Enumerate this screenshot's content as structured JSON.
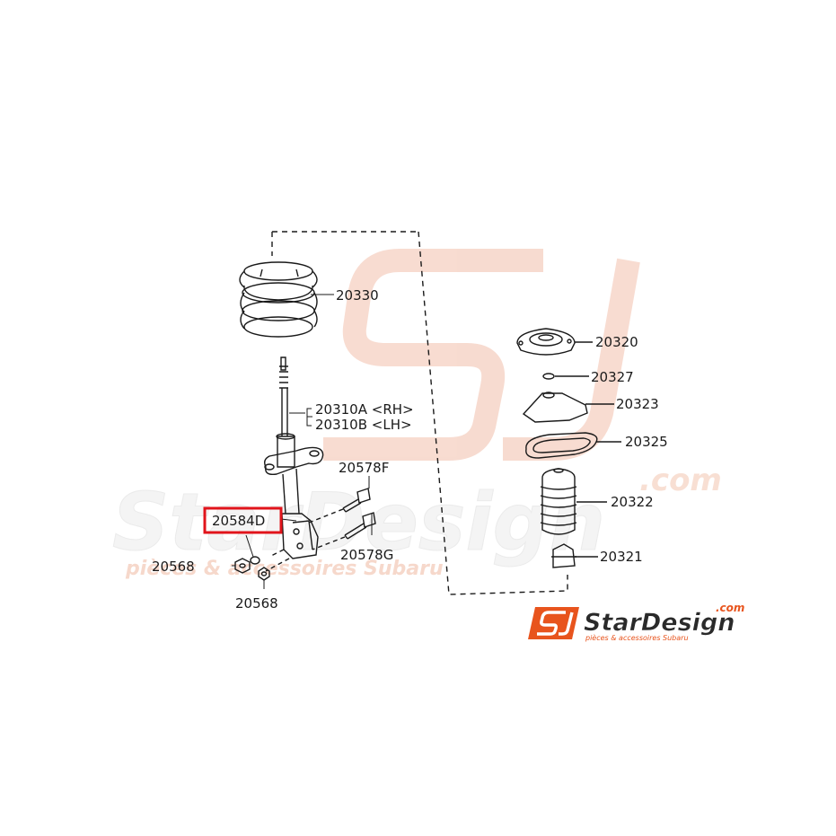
{
  "watermark": {
    "brand": "StarDesign",
    "domain": ".com",
    "tagline": "pièces & accessoires Subaru"
  },
  "logo": {
    "brand": "StarDesign",
    "domain": ".com",
    "tagline": "pièces & accessoires Subaru"
  },
  "parts": {
    "p20330": "20330",
    "p20310a": "20310A <RH>",
    "p20310b": "20310B <LH>",
    "p20578f": "20578F",
    "p20584d": "20584D",
    "p20578g": "20578G",
    "p20568_left": "20568",
    "p20568_bottom": "20568",
    "p20320": "20320",
    "p20327": "20327",
    "p20323": "20323",
    "p20325": "20325",
    "p20322": "20322",
    "p20321": "20321"
  },
  "highlight": {
    "part": "20584D",
    "color": "#e1141b"
  },
  "colors": {
    "line": "#1a1a1a",
    "watermark": "#f7d2c4",
    "logo_orange": "#e8541d"
  }
}
